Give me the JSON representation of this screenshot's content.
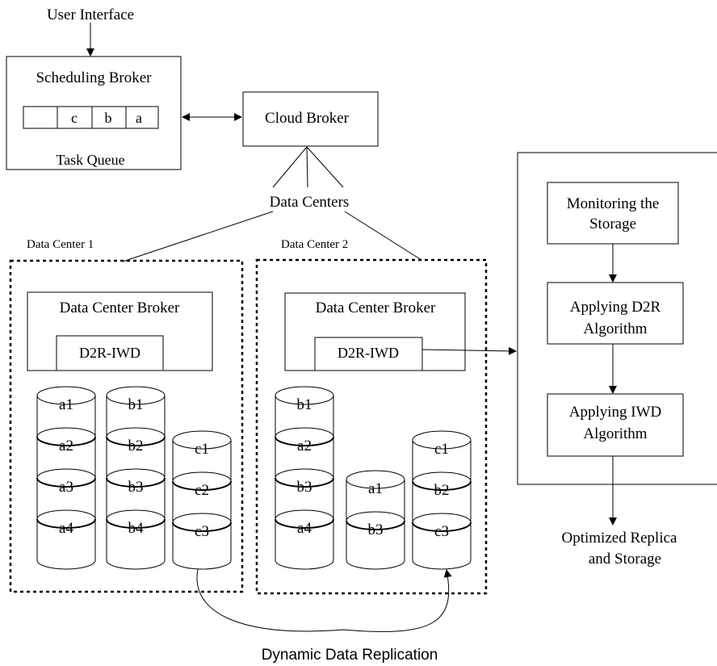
{
  "user_interface_label": "User Interface",
  "scheduling_broker": {
    "title": "Scheduling Broker",
    "queue_cells": [
      "",
      "c",
      "b",
      "a"
    ],
    "queue_label": "Task Queue"
  },
  "cloud_broker_label": "Cloud Broker",
  "data_centers_label": "Data Centers",
  "data_center_1": {
    "title": "Data Center 1",
    "broker_label": "Data Center Broker",
    "algorithm_label": "D2R-IWD",
    "stacks": [
      [
        "a1",
        "a2",
        "a3",
        "a4"
      ],
      [
        "b1",
        "b2",
        "b3",
        "b4"
      ],
      [
        "c1",
        "c2",
        "c3"
      ]
    ]
  },
  "data_center_2": {
    "title": "Data Center 2",
    "broker_label": "Data Center Broker",
    "algorithm_label": "D2R-IWD",
    "stacks": [
      [
        "b1",
        "a2",
        "b3",
        "a4"
      ],
      [
        "a1",
        "b3"
      ],
      [
        "c1",
        "b2",
        "c3"
      ]
    ]
  },
  "process": {
    "steps": [
      [
        "Monitoring the",
        "Storage"
      ],
      [
        "Applying D2R",
        "Algorithm"
      ],
      [
        "Applying IWD",
        "Algorithm"
      ]
    ],
    "output": [
      "Optimized Replica",
      "and Storage"
    ]
  },
  "replication_label": "Dynamic Data Replication"
}
